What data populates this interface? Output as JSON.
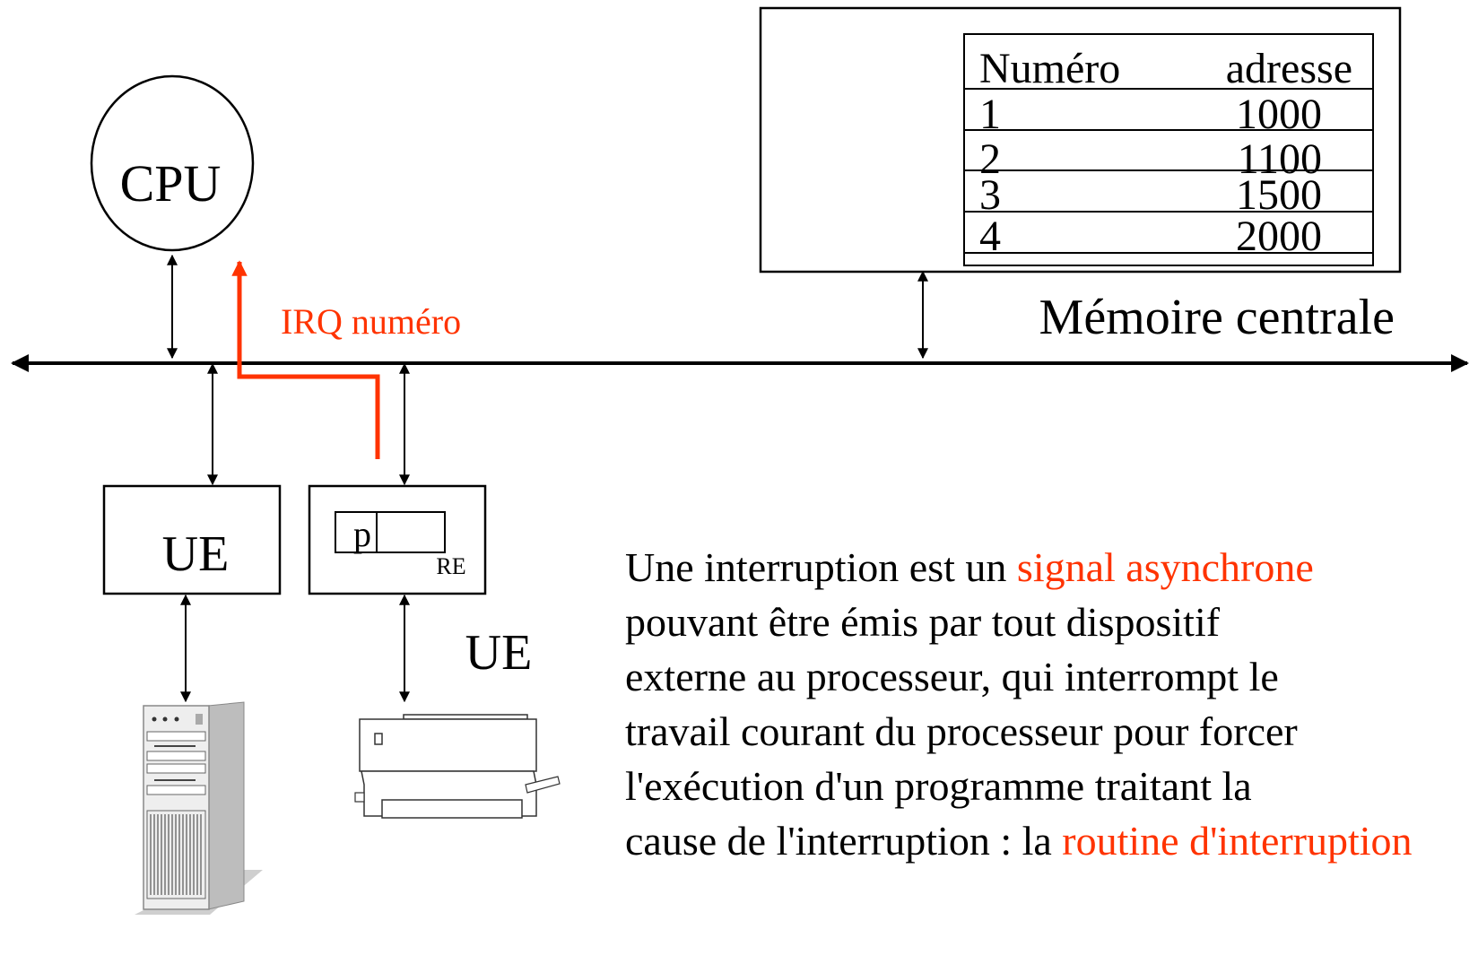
{
  "cpu": {
    "label": "CPU"
  },
  "irq": {
    "label": "IRQ numéro"
  },
  "memory": {
    "label": "Mémoire centrale",
    "table": {
      "headers": [
        "Numéro",
        "adresse"
      ],
      "rows": [
        {
          "numero": "1",
          "adresse": "1000"
        },
        {
          "numero": "2",
          "adresse": "1100"
        },
        {
          "numero": "3",
          "adresse": "1500"
        },
        {
          "numero": "4",
          "adresse": "2000"
        }
      ]
    }
  },
  "units": {
    "ue_left": "UE",
    "ue_right": "UE",
    "register_p": "p",
    "register_label": "RE"
  },
  "description": {
    "line1_prefix": "Une interruption est un ",
    "line1_highlight": "signal asynchrone",
    "line2": "pouvant être émis par tout dispositif",
    "line3": "externe au processeur, qui interrompt le",
    "line4": "travail courant du processeur pour forcer",
    "line5": "l'exécution d'un programme traitant la",
    "line6_prefix": "cause de l'interruption : la ",
    "line6_highlight": "routine d'interruption"
  },
  "colors": {
    "accent": "#ff3300",
    "line": "#000000"
  },
  "icons": [
    "computer-tower-icon",
    "printer-icon"
  ]
}
